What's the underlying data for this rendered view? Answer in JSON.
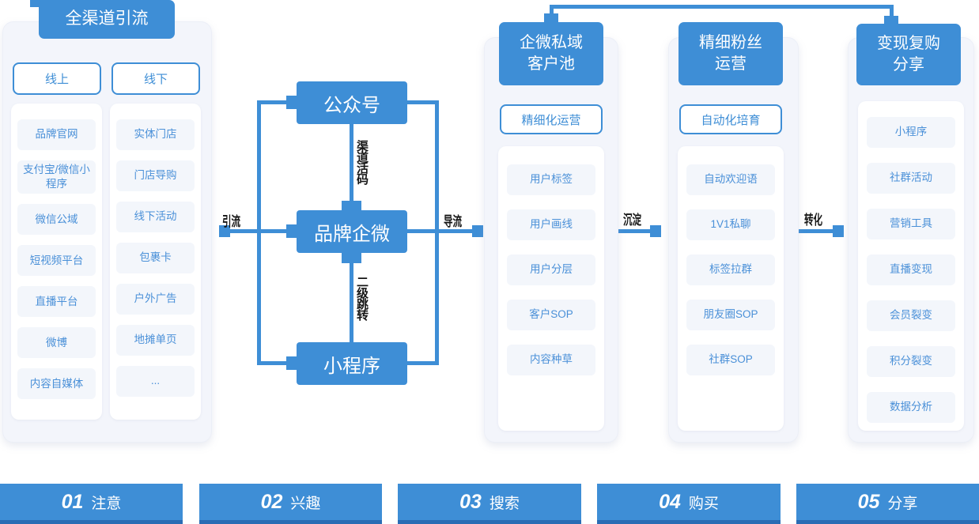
{
  "colors": {
    "primary": "#3e8ed6",
    "footer_accent": "#2a6cb4",
    "panel_bg": "#f3f5fb",
    "cell_text": "#4a90d8"
  },
  "funnel": {
    "source": {
      "title": "全渠道引流",
      "tabs": [
        {
          "label": "线上"
        },
        {
          "label": "线下"
        }
      ],
      "online_items": [
        "品牌官网",
        "支付宝/微信小程序",
        "微信公域",
        "短视频平台",
        "直播平台",
        "微博",
        "内容自媒体"
      ],
      "offline_items": [
        "实体门店",
        "门店导购",
        "线下活动",
        "包裹卡",
        "户外广告",
        "地摊单页",
        "..."
      ]
    },
    "hub": {
      "nodes": [
        "公众号",
        "品牌企微",
        "小程序"
      ],
      "edge_labels": {
        "channel_code": "渠道活码",
        "second_jump": "二级跳转"
      }
    },
    "flow_labels": {
      "inflow": "引流",
      "outflow": "导流",
      "settle": "沉淀",
      "convert": "转化"
    },
    "stages": [
      {
        "title_line1": "企微私域",
        "title_line2": "客户池",
        "badge": "精细化运营",
        "items": [
          "用户标签",
          "用户画线",
          "用户分层",
          "客户SOP",
          "内容种草"
        ]
      },
      {
        "title_line1": "精细粉丝",
        "title_line2": "运营",
        "badge": "自动化培育",
        "items": [
          "自动欢迎语",
          "1V1私聊",
          "标签拉群",
          "朋友圈SOP",
          "社群SOP"
        ]
      },
      {
        "title_line1": "变现复购",
        "title_line2": "分享",
        "items": [
          "小程序",
          "社群活动",
          "营销工具",
          "直播变现",
          "会员裂变",
          "积分裂变",
          "数据分析"
        ]
      }
    ],
    "footer_steps": [
      {
        "num": "01",
        "label": "注意"
      },
      {
        "num": "02",
        "label": "兴趣"
      },
      {
        "num": "03",
        "label": "搜索"
      },
      {
        "num": "04",
        "label": "购买"
      },
      {
        "num": "05",
        "label": "分享"
      }
    ]
  }
}
